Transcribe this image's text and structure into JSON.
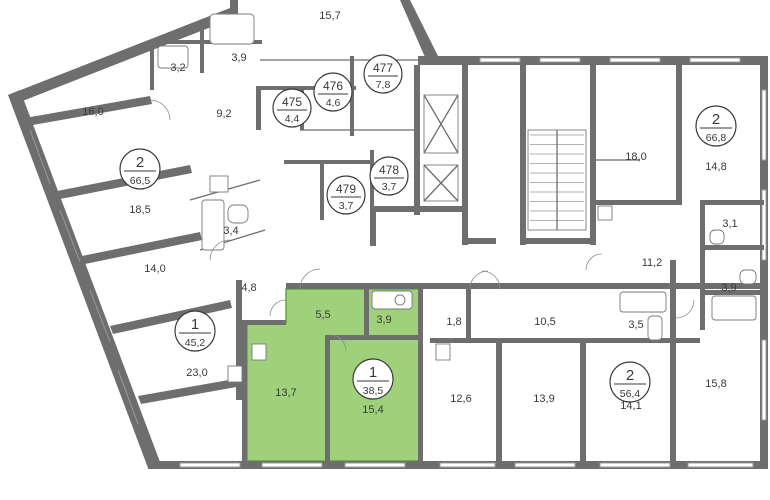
{
  "highlight_color": "#9fd07a",
  "highlight_border": "#5fa83e",
  "wall_color": "#6e6e6e",
  "apartments": {
    "apt_45_2": {
      "rooms": "1",
      "area": "45,2",
      "living_area": "23,0",
      "kitchen_area": "4,8"
    },
    "apt_66_5": {
      "rooms": "2",
      "area": "66,5",
      "room_a": "16,0",
      "room_b": "18,5",
      "hall": "9,2",
      "bath_a": "3,2",
      "bath_b": "3,9",
      "bath_c": "3,4",
      "kitchen": "14,0"
    },
    "apt_38_5": {
      "rooms": "1",
      "area": "38,5",
      "room": "15,4",
      "kitchen": "13,7",
      "hall": "5,5",
      "bath": "3,9"
    },
    "apt_56_4": {
      "rooms": "2",
      "area": "56,4",
      "room_a": "12,6",
      "room_b": "13,9",
      "room_c": "14,1",
      "hall": "10,5",
      "wc": "1,8",
      "bath": "3,5",
      "kitchen": "15,8"
    },
    "apt_66_8": {
      "rooms": "2",
      "area": "66,8",
      "room_a": "18,0",
      "room_b": "14,8",
      "hall": "11,2",
      "bath_a": "3,1",
      "bath_b": "3,9"
    }
  },
  "top_room": "15,7",
  "storage_units": [
    {
      "number": "475",
      "area": "4,4"
    },
    {
      "number": "476",
      "area": "4,6"
    },
    {
      "number": "477",
      "area": "7,8"
    },
    {
      "number": "478",
      "area": "3,7"
    },
    {
      "number": "479",
      "area": "3,7"
    }
  ]
}
